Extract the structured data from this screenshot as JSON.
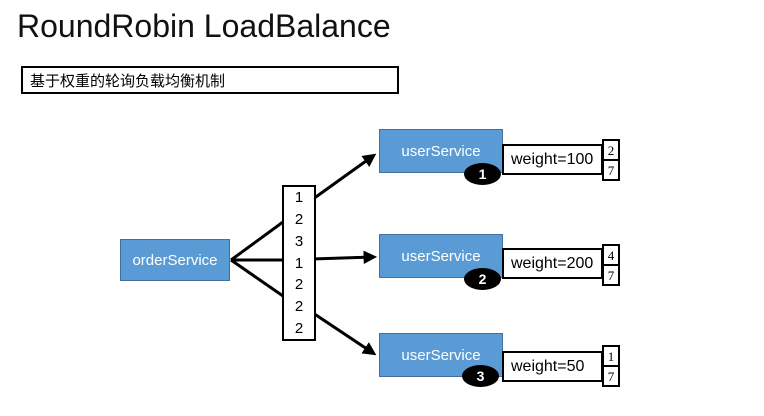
{
  "title": "RoundRobin LoadBalance",
  "subtitle": "基于权重的轮询负载均衡机制",
  "source": {
    "label": "orderService"
  },
  "sequence": [
    "1",
    "2",
    "3",
    "1",
    "2",
    "2",
    "2"
  ],
  "targets": [
    {
      "label": "userService",
      "badge": "1",
      "weight": "weight=100",
      "fraction_numerator": "2",
      "fraction_denominator": "7"
    },
    {
      "label": "userService",
      "badge": "2",
      "weight": "weight=200",
      "fraction_numerator": "4",
      "fraction_denominator": "7"
    },
    {
      "label": "userService",
      "badge": "3",
      "weight": "weight=50",
      "fraction_numerator": "1",
      "fraction_denominator": "7"
    }
  ],
  "colors": {
    "service_fill": "#5B9BD5",
    "service_border": "#41719C",
    "connector": "#000000",
    "badge_fill": "#000000"
  }
}
